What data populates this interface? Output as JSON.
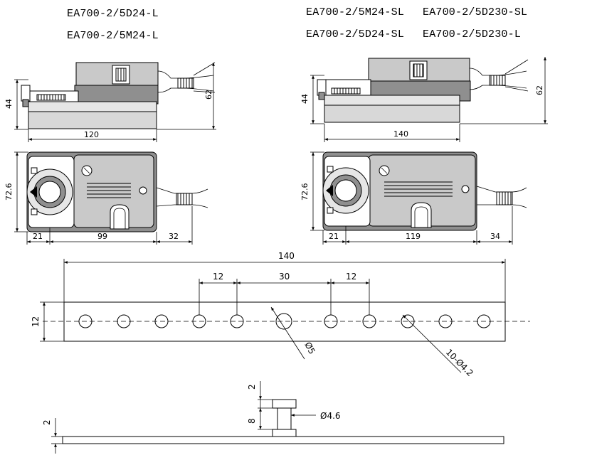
{
  "models": {
    "left": [
      "EA700-2/5D24-L",
      "EA700-2/5M24-L"
    ],
    "right_row1": [
      "EA700-2/5M24-SL",
      "EA700-2/5D230-SL"
    ],
    "right_row2": [
      "EA700-2/5D24-SL",
      "EA700-2/5D230-L"
    ]
  },
  "dims_left": {
    "height": "44",
    "total_height": "62",
    "length": "120",
    "width": "72.6",
    "a": "21",
    "b": "99",
    "c": "32"
  },
  "dims_right": {
    "height": "44",
    "total_height": "62",
    "length": "140",
    "width": "72.6",
    "a": "21",
    "b": "119",
    "c": "34"
  },
  "plate": {
    "length": "140",
    "width": "12",
    "pitch_left": "12",
    "center_gap": "30",
    "pitch_right": "12",
    "center_hole": "Ø5",
    "holes": "10-Ø4.2"
  },
  "pin": {
    "top": "2",
    "height": "8",
    "dia": "Ø4.6",
    "thickness": "2"
  }
}
